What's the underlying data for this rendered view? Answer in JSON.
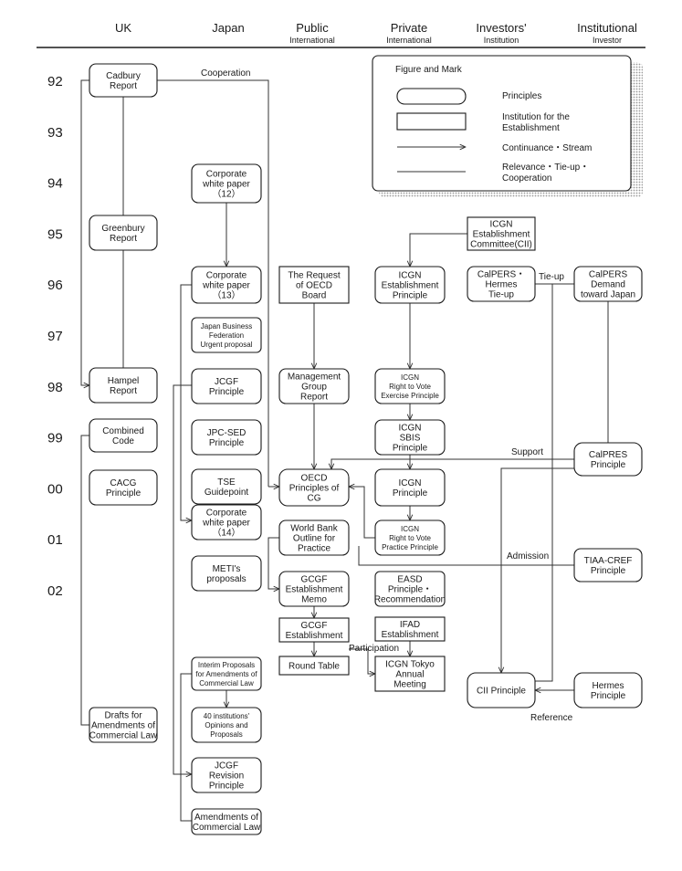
{
  "columns": [
    {
      "main": "UK",
      "sub": ""
    },
    {
      "main": "Japan",
      "sub": ""
    },
    {
      "main": "Public",
      "sub": "International"
    },
    {
      "main": "Private",
      "sub": "International"
    },
    {
      "main": "Investors'",
      "sub": "Institution"
    },
    {
      "main": "Institutional",
      "sub": "Investor"
    }
  ],
  "years": [
    "92",
    "93",
    "94",
    "95",
    "96",
    "97",
    "98",
    "99",
    "00",
    "01",
    "02"
  ],
  "legend": {
    "title": "Figure and Mark",
    "items": [
      {
        "label": "Principles",
        "lines": [
          "Principles"
        ]
      },
      {
        "label": "Institution for the Establishment",
        "lines": [
          "Institution for the",
          "Establishment"
        ]
      },
      {
        "label": "Continuance・Stream",
        "lines": [
          "Continuance・Stream"
        ]
      },
      {
        "label": "Relevance・Tie-up・Cooperation",
        "lines": [
          "Relevance・Tie-up・",
          "Cooperation"
        ]
      }
    ]
  },
  "nodes": [
    {
      "id": "cadbury",
      "lines": [
        "Cadbury",
        "Report"
      ]
    },
    {
      "id": "greenbury",
      "lines": [
        "Greenbury",
        "Report"
      ]
    },
    {
      "id": "hampel",
      "lines": [
        "Hampel",
        "Report"
      ]
    },
    {
      "id": "combined",
      "lines": [
        "Combined",
        "Code"
      ]
    },
    {
      "id": "cacg",
      "lines": [
        "CACG",
        "Principle"
      ]
    },
    {
      "id": "drafts",
      "lines": [
        "Drafts for",
        "Amendments of",
        "Commercial Law"
      ]
    },
    {
      "id": "cwp12",
      "lines": [
        "Corporate",
        "white paper",
        "（12）"
      ]
    },
    {
      "id": "cwp13",
      "lines": [
        "Corporate",
        "white paper",
        "（13）"
      ]
    },
    {
      "id": "jbf",
      "lines": [
        "Japan Business",
        "Federation",
        "Urgent proposal"
      ]
    },
    {
      "id": "jcgf",
      "lines": [
        "JCGF",
        "Principle"
      ]
    },
    {
      "id": "jpcsed",
      "lines": [
        "JPC-SED",
        "Principle"
      ]
    },
    {
      "id": "tse",
      "lines": [
        "TSE",
        "Guidepoint"
      ]
    },
    {
      "id": "cwp14",
      "lines": [
        "Corporate",
        "white paper",
        "（14）"
      ]
    },
    {
      "id": "meti",
      "lines": [
        "METI's",
        "proposals"
      ]
    },
    {
      "id": "interim",
      "lines": [
        "Interim Proposals",
        "for Amendments of",
        "Commercial Law"
      ]
    },
    {
      "id": "inst40",
      "lines": [
        "40 institutions'",
        "Opinions and",
        "Proposals"
      ]
    },
    {
      "id": "jcgfrev",
      "lines": [
        "JCGF",
        "Revision",
        "Principle"
      ]
    },
    {
      "id": "amend",
      "lines": [
        "Amendments of",
        "Commercial Law"
      ]
    },
    {
      "id": "oecdreq",
      "lines": [
        "The Request",
        "of OECD",
        "Board"
      ]
    },
    {
      "id": "mgmt",
      "lines": [
        "Management",
        "Group",
        "Report"
      ]
    },
    {
      "id": "oecdcg",
      "lines": [
        "OECD",
        "Principles of",
        "CG"
      ]
    },
    {
      "id": "wb",
      "lines": [
        "World Bank",
        "Outline for",
        "Practice"
      ]
    },
    {
      "id": "gcgfmemo",
      "lines": [
        "GCGF",
        "Establishment",
        "Memo"
      ]
    },
    {
      "id": "gcgfest",
      "lines": [
        "GCGF",
        "Establishment"
      ]
    },
    {
      "id": "round",
      "lines": [
        "Round Table"
      ]
    },
    {
      "id": "icgncomm",
      "lines": [
        "ICGN",
        "Establishment",
        "Committee(CII)"
      ]
    },
    {
      "id": "icgnest",
      "lines": [
        "ICGN",
        "Establishment",
        "Principle"
      ]
    },
    {
      "id": "icgnrtve",
      "lines": [
        "ICGN",
        "Right to Vote",
        "Exercise Principle"
      ]
    },
    {
      "id": "icgnsbis",
      "lines": [
        "ICGN",
        "SBIS",
        "Principle"
      ]
    },
    {
      "id": "icgnp",
      "lines": [
        "ICGN",
        "Principle"
      ]
    },
    {
      "id": "icgnrtvp",
      "lines": [
        "ICGN",
        "Right to Vote",
        "Practice Principle"
      ]
    },
    {
      "id": "easd",
      "lines": [
        "EASD",
        "Principle・",
        "Recommendation"
      ]
    },
    {
      "id": "ifad",
      "lines": [
        "IFAD",
        "Establishment"
      ]
    },
    {
      "id": "icgntokyo",
      "lines": [
        "ICGN Tokyo",
        "Annual",
        "Meeting"
      ]
    },
    {
      "id": "calhermes",
      "lines": [
        "CalPERS・",
        "Hermes",
        "Tie-up"
      ]
    },
    {
      "id": "ciip",
      "lines": [
        "CII Principle"
      ]
    },
    {
      "id": "calpersdemand",
      "lines": [
        "CalPERS",
        "Demand",
        "toward Japan"
      ]
    },
    {
      "id": "calpresp",
      "lines": [
        "CalPRES",
        "Principle"
      ]
    },
    {
      "id": "tiaa",
      "lines": [
        "TIAA-CREF",
        "Principle"
      ]
    },
    {
      "id": "hermesp",
      "lines": [
        "Hermes",
        "Principle"
      ]
    }
  ],
  "edge_labels": [
    {
      "id": "cooperation",
      "text": "Cooperation"
    },
    {
      "id": "tieup",
      "text": "Tie-up"
    },
    {
      "id": "support",
      "text": "Support"
    },
    {
      "id": "admission",
      "text": "Admission"
    },
    {
      "id": "participation",
      "text": "Participation"
    },
    {
      "id": "reference",
      "text": "Reference"
    }
  ]
}
